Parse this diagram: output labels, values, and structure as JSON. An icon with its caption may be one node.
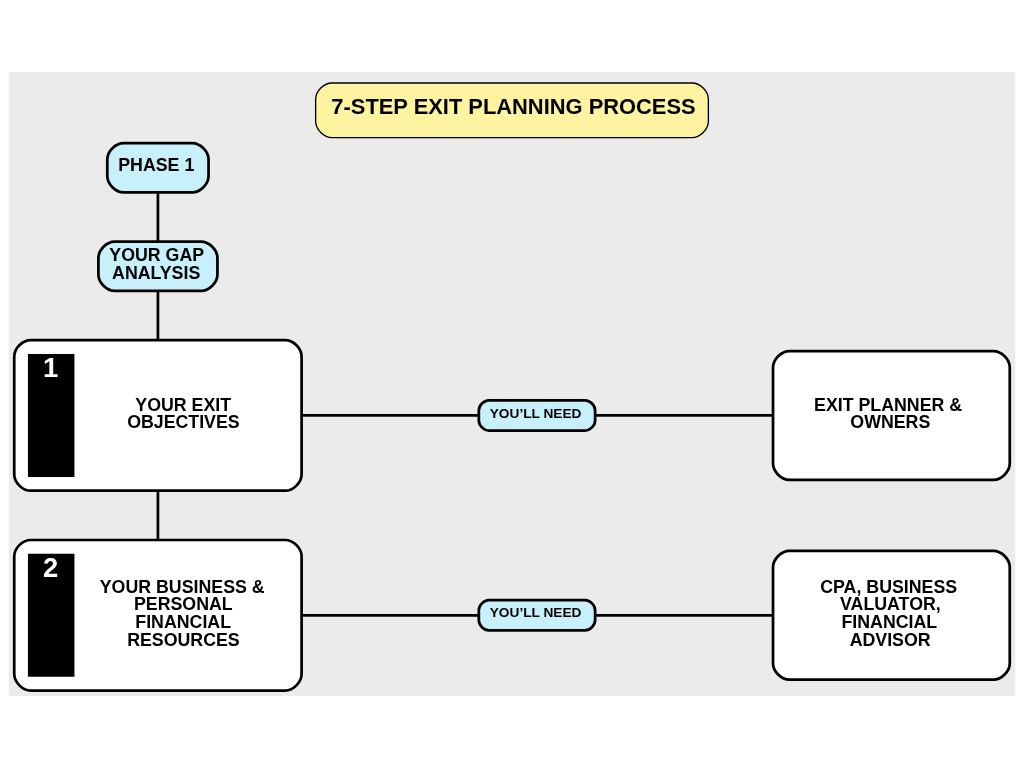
{
  "diagram": {
    "title": "7-STEP EXIT PLANNING PROCESS",
    "nodes": [
      {
        "text": [
          "PHASE 1"
        ]
      },
      {
        "text": [
          "YOUR GAP ANALYSIS"
        ]
      },
      {
        "text": [
          "1",
          "YOUR EXIT OBJECTIVES"
        ]
      },
      {
        "text": [
          "YOU’LL NEED"
        ]
      },
      {
        "text": [
          "EXIT PLANNER & OWNERS"
        ]
      },
      {
        "text": [
          "2",
          "YOUR BUSINESS & PERSONAL FINANCIAL RESOURCES"
        ]
      },
      {
        "text": [
          "YOU’LL NEED"
        ]
      },
      {
        "text": [
          "CPA, BUSINESS VALUATOR, FINANCIAL ADVISOR"
        ]
      }
    ],
    "edges": [
      {
        "from": 0,
        "to": 1,
        "arrow": "none"
      },
      {
        "from": 1,
        "to": 2,
        "arrow": "none"
      },
      {
        "from": 2,
        "to": 3,
        "arrow": "none"
      },
      {
        "from": 3,
        "to": 4,
        "arrow": "none"
      },
      {
        "from": 2,
        "to": 5,
        "arrow": "none"
      },
      {
        "from": 5,
        "to": 6,
        "arrow": "none"
      },
      {
        "from": 6,
        "to": 7,
        "arrow": "none"
      }
    ]
  }
}
